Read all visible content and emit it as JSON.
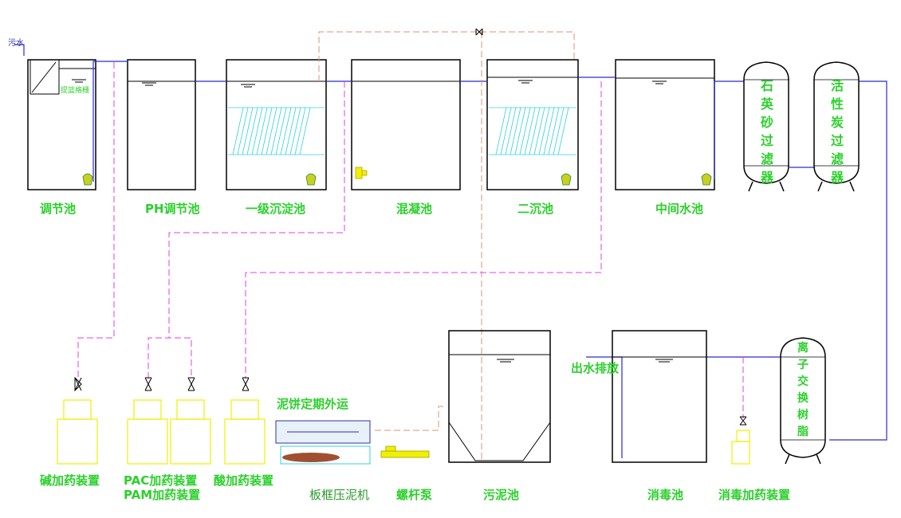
{
  "labels": {
    "inlet": "污水",
    "screen": "提篮格栅",
    "tank1": "调节池",
    "tank2": "PH调节池",
    "tank3": "一级沉淀池",
    "tank4": "混凝池",
    "tank5": "二沉池",
    "tank6": "中间水池",
    "filter1": "石英砂过滤器",
    "filter2": "活性炭过滤器",
    "ion": "离子交换树脂",
    "outlet": "出水排放",
    "disinfect": "消毒池",
    "disinfect_dose": "消毒加药装置",
    "sludge": "污泥池",
    "pump": "螺杆泵",
    "press": "板框压泥机",
    "cake": "泥饼定期外运",
    "alkali": "碱加药装置",
    "pac": "PAC加药装置",
    "pam": "PAM加药装置",
    "acid": "酸加药装置"
  },
  "colors": {
    "tank": "#000000",
    "water": "#2a2ad0",
    "chem": "#e040e0",
    "sludge_line": "#e09070",
    "label": "#2bd02b",
    "lamella": "#30d0e0",
    "dosing": "#f0f000"
  }
}
